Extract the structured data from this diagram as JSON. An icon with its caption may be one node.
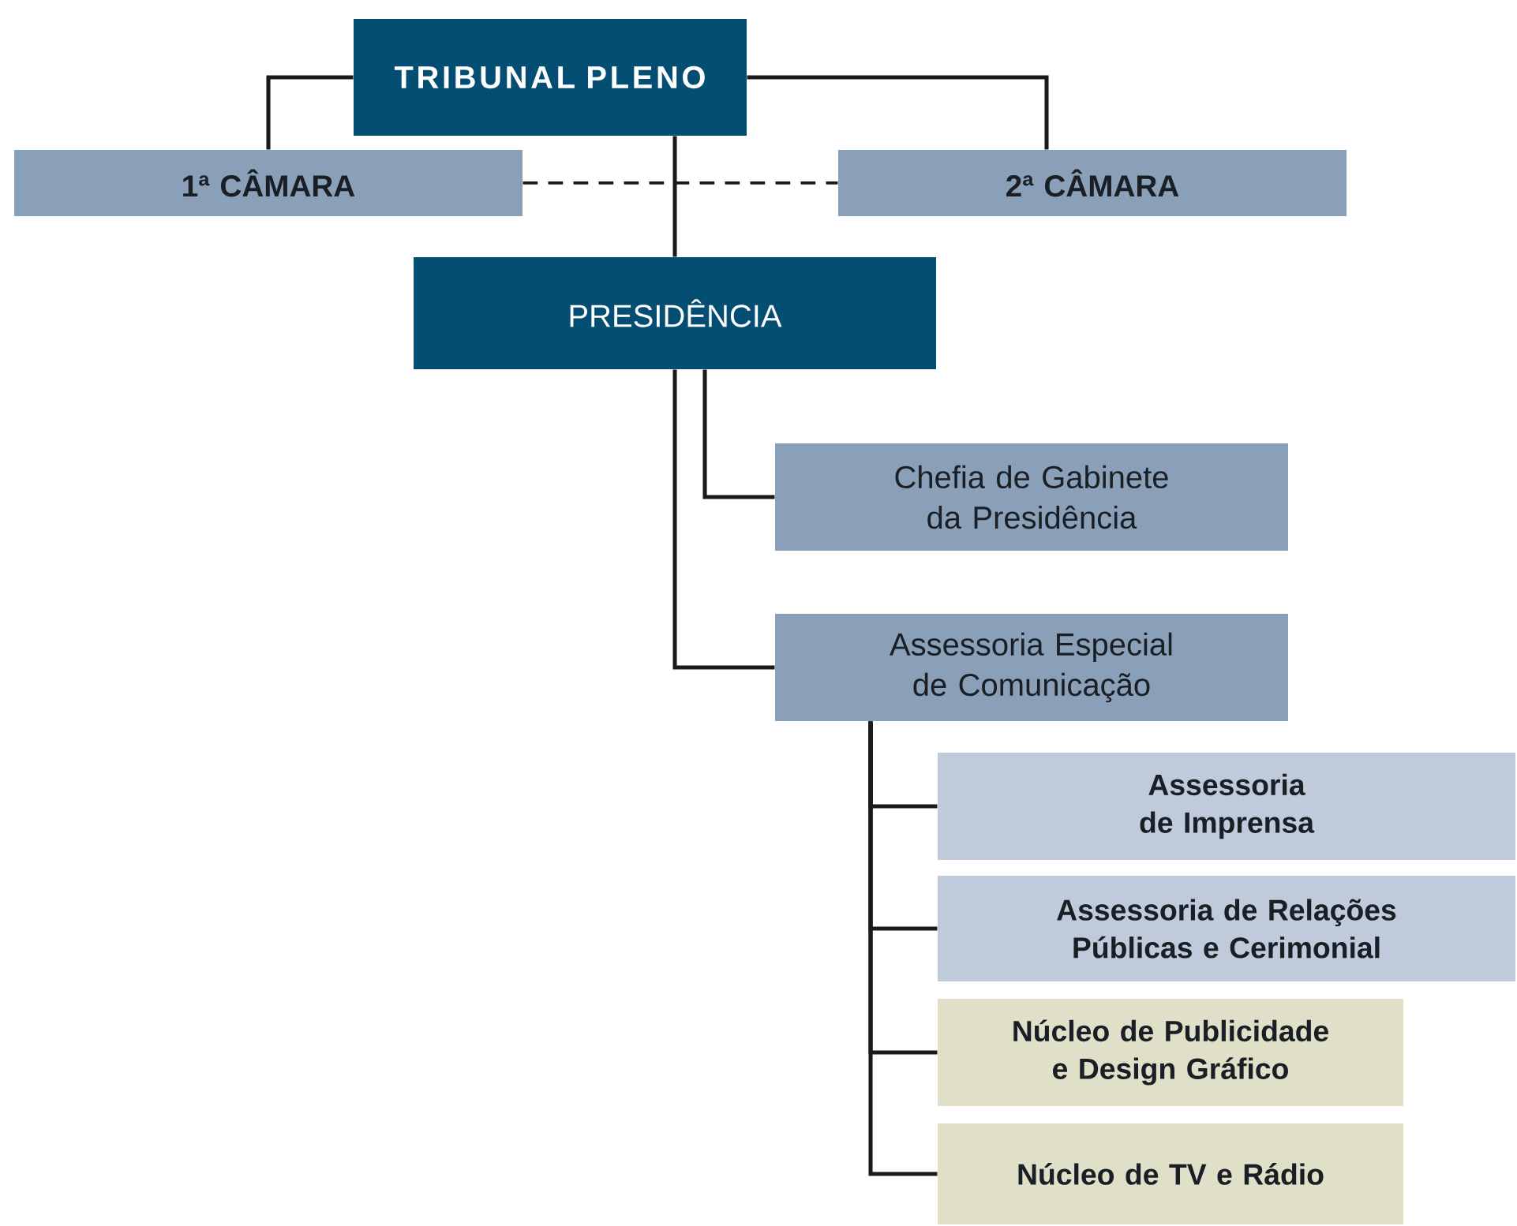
{
  "diagram": {
    "nodes": [
      {
        "text": [
          "TRIBUNAL PLENO"
        ]
      },
      {
        "text": [
          "1ª CÂMARA"
        ]
      },
      {
        "text": [
          "2ª CÂMARA"
        ]
      },
      {
        "text": [
          "PRESIDÊNCIA"
        ]
      },
      {
        "text": [
          "Chefia de Gabinete da Presidência"
        ]
      },
      {
        "text": [
          "Assessoria Especial de Comunicação"
        ]
      },
      {
        "text": [
          "Assessoria de Imprensa"
        ]
      },
      {
        "text": [
          "Assessoria de Relações Públicas e Cerimonial"
        ]
      },
      {
        "text": [
          "Núcleo de Publicidade e Design Gráfico"
        ]
      },
      {
        "text": [
          "Núcleo de TV e Rádio"
        ]
      }
    ],
    "edges": [
      {
        "from": 0,
        "to": 1,
        "arrow": "none"
      },
      {
        "from": 0,
        "to": 2,
        "arrow": "none"
      },
      {
        "from": 1,
        "to": 2,
        "arrow": "none",
        "style": "dashed"
      },
      {
        "from": 0,
        "to": 3,
        "arrow": "none"
      },
      {
        "from": 3,
        "to": 4,
        "arrow": "none"
      },
      {
        "from": 3,
        "to": 5,
        "arrow": "none"
      },
      {
        "from": 5,
        "to": 6,
        "arrow": "none"
      },
      {
        "from": 5,
        "to": 7,
        "arrow": "none"
      },
      {
        "from": 5,
        "to": 8,
        "arrow": "none"
      },
      {
        "from": 5,
        "to": 9,
        "arrow": "none"
      }
    ]
  }
}
